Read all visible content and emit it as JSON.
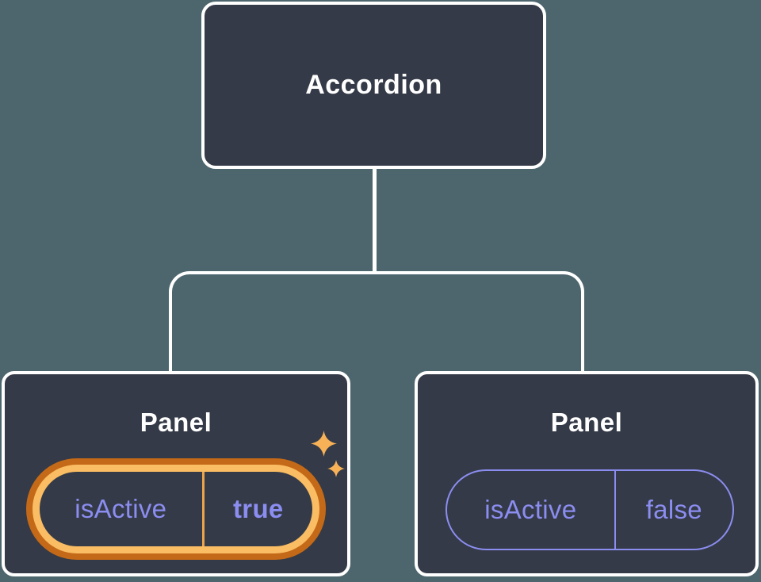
{
  "diagram": {
    "description": "React component tree: Accordion parent passing isActive prop to two Panel children",
    "background_color": "#4d666e",
    "node_fill_color": "#343a47",
    "node_border_color": "#ffffff",
    "connector_color": "#ffffff",
    "root": {
      "title": "Accordion"
    },
    "children": [
      {
        "title": "Panel",
        "prop": {
          "name": "isActive",
          "value": "true"
        },
        "state": "highlighted",
        "value_bold": true,
        "highlight": {
          "ring_outer_color": "#c46917",
          "ring_inner_color": "#fabd63",
          "divider_color": "#eca44a",
          "sparkle_color": "#f7b157",
          "sparkle_icons": [
            "sparkle-large",
            "sparkle-small"
          ]
        }
      },
      {
        "title": "Panel",
        "prop": {
          "name": "isActive",
          "value": "false"
        },
        "state": "default",
        "value_bold": false,
        "pill_border_color": "#8b8df0"
      }
    ],
    "prop_text_color": "#8b8df0",
    "title_text_color": "#ffffff"
  }
}
